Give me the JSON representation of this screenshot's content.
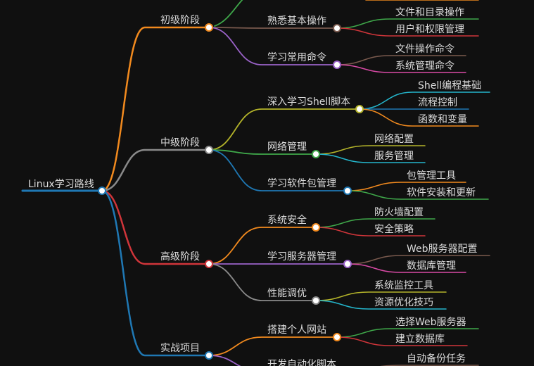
{
  "root": {
    "label": "Linux学习路线"
  },
  "stages": [
    {
      "label": "初级阶段",
      "color": "#f28a1e",
      "children": [
        {
          "label": "熟悉基本操作",
          "color": "#7a5a4e",
          "children": [
            {
              "label": "文件和目录操作",
              "color": "#3fa84a"
            },
            {
              "label": "用户和权限管理",
              "color": "#d0353a"
            }
          ]
        },
        {
          "label": "学习常用命令",
          "color": "#9a62c8",
          "children": [
            {
              "label": "文件操作命令",
              "color": "#7a5a4e"
            },
            {
              "label": "系统管理命令",
              "color": "#d94aa6"
            }
          ]
        }
      ]
    },
    {
      "label": "中级阶段",
      "color": "#8a8a8a",
      "children": [
        {
          "label": "深入学习Shell脚本",
          "color": "#b4b42a",
          "children": [
            {
              "label": "Shell编程基础",
              "color": "#24b6cc"
            },
            {
              "label": "流程控制",
              "color": "#1f78b4"
            },
            {
              "label": "函数和变量",
              "color": "#f28a1e"
            }
          ]
        },
        {
          "label": "网络管理",
          "color": "#3fa84a",
          "children": [
            {
              "label": "网络配置",
              "color": "#b4b42a"
            },
            {
              "label": "服务管理",
              "color": "#24b6cc"
            }
          ]
        },
        {
          "label": "学习软件包管理",
          "color": "#1f78b4",
          "children": [
            {
              "label": "包管理工具",
              "color": "#f28a1e"
            },
            {
              "label": "软件安装和更新",
              "color": "#3fa84a"
            }
          ]
        }
      ]
    },
    {
      "label": "高级阶段",
      "color": "#d0353a",
      "children": [
        {
          "label": "系统安全",
          "color": "#f28a1e",
          "children": [
            {
              "label": "防火墙配置",
              "color": "#3fa84a"
            },
            {
              "label": "安全策略",
              "color": "#d0353a"
            }
          ]
        },
        {
          "label": "学习服务器管理",
          "color": "#9a62c8",
          "children": [
            {
              "label": "Web服务器配置",
              "color": "#7a5a4e"
            },
            {
              "label": "数据库管理",
              "color": "#d94aa6"
            }
          ]
        },
        {
          "label": "性能调优",
          "color": "#8a8a8a",
          "children": [
            {
              "label": "系统监控工具",
              "color": "#b4b42a"
            },
            {
              "label": "资源优化技巧",
              "color": "#24b6cc"
            }
          ]
        }
      ]
    },
    {
      "label": "实战项目",
      "color": "#1f78b4",
      "children": [
        {
          "label": "搭建个人网站",
          "color": "#f28a1e",
          "children": [
            {
              "label": "选择Web服务器",
              "color": "#3fa84a"
            },
            {
              "label": "建立数据库",
              "color": "#d0353a"
            }
          ]
        },
        {
          "label": "开发自动化脚本",
          "color": "#9a62c8",
          "children": [
            {
              "label": "自动备份任务",
              "color": "#7a5a4e"
            }
          ]
        }
      ]
    }
  ],
  "colors": {
    "background": "#101010",
    "text": "#dcdcdc",
    "root_line": "#1f78b4"
  }
}
